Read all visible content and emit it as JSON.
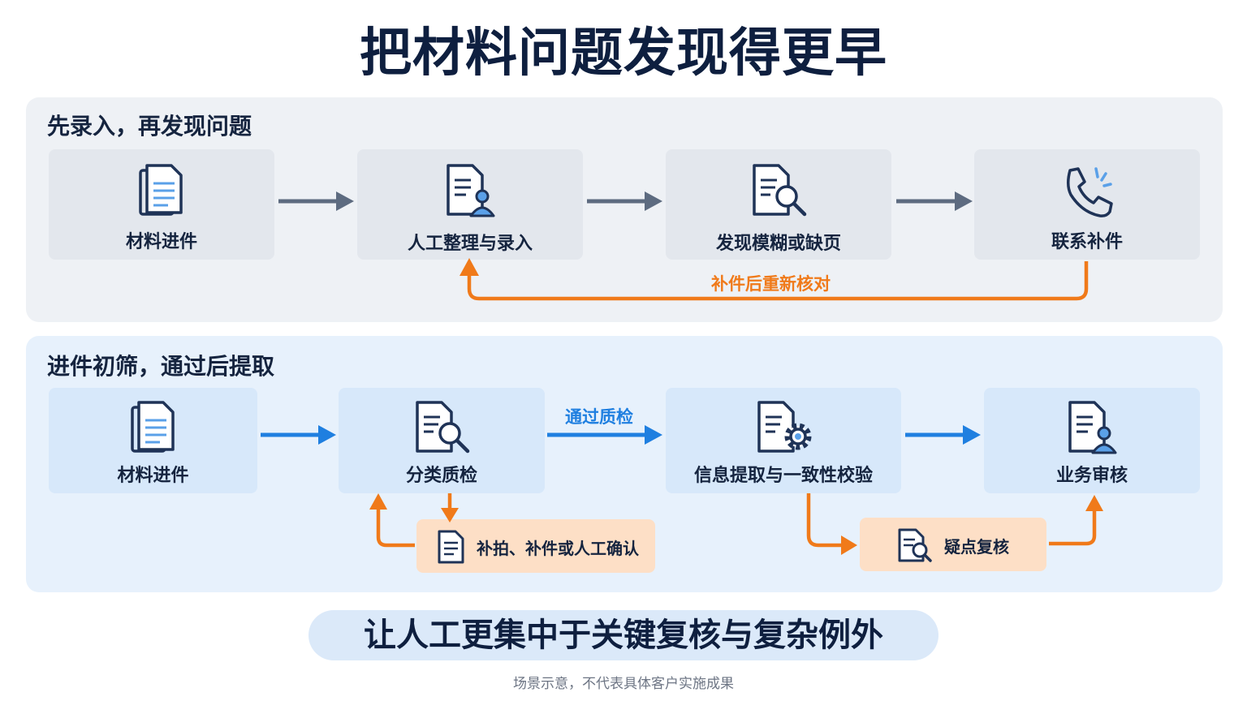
{
  "title": "把材料问题发现得更早",
  "top": {
    "label": "先录入，再发现问题",
    "steps": [
      "材料进件",
      "人工整理与录入",
      "发现模糊或缺页",
      "联系补件"
    ],
    "loop_label": "补件后重新核对"
  },
  "bottom": {
    "label": "进件初筛，通过后提取",
    "steps": [
      "材料进件",
      "分类质检",
      "信息提取与一致性校验",
      "业务审核"
    ],
    "pass_label": "通过质检",
    "sub_left": "补拍、补件或人工确认",
    "sub_right": "疑点复核"
  },
  "summary": "让人工更集中于关键复核与复杂例外",
  "footnote": "场景示意，不代表具体客户实施成果",
  "colors": {
    "navy": "#1f3357",
    "gray_arrow": "#5d6b80",
    "blue_arrow": "#1f7fe0",
    "orange": "#f07a1a"
  },
  "icons": [
    "document-stack-icon",
    "document-user-icon",
    "document-search-icon",
    "phone-ringing-icon",
    "document-gear-icon"
  ]
}
